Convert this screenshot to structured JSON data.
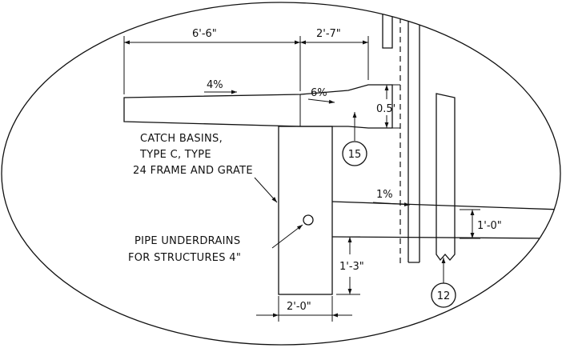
{
  "dimensions": {
    "top_left": "6'-6\"",
    "top_right": "2'-7\"",
    "curb_height": "0.5'",
    "pipe_spacing": "1'-0\"",
    "underdrain_depth": "1'-3\"",
    "basin_width": "2'-0\""
  },
  "slopes": {
    "s1": "4%",
    "s2": "6%",
    "s3": "1%"
  },
  "callouts": {
    "c15": "15",
    "c12": "12"
  },
  "notes": {
    "catch_basin": [
      "CATCH BASINS,",
      "TYPE C, TYPE",
      "24 FRAME AND GRATE"
    ],
    "underdrain": [
      "PIPE UNDERDRAINS",
      "FOR STRUCTURES 4\""
    ]
  }
}
